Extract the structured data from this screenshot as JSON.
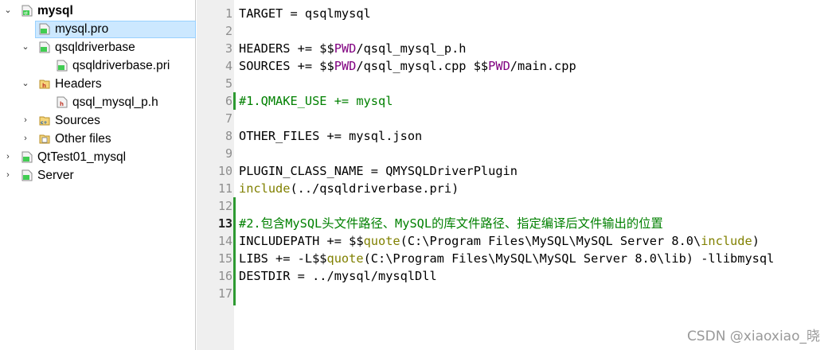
{
  "tree": {
    "items": [
      {
        "label": "mysql"
      },
      {
        "label": "mysql.pro"
      },
      {
        "label": "qsqldriverbase"
      },
      {
        "label": "qsqldriverbase.pri"
      },
      {
        "label": "Headers"
      },
      {
        "label": "qsql_mysql_p.h"
      },
      {
        "label": "Sources"
      },
      {
        "label": "Other files"
      },
      {
        "label": "QtTest01_mysql"
      },
      {
        "label": "Server"
      }
    ]
  },
  "editor": {
    "current_line": "13",
    "lines": [
      {
        "n": "1",
        "segs": [
          [
            "TARGET = qsqlmysql",
            ""
          ]
        ]
      },
      {
        "n": "2",
        "segs": []
      },
      {
        "n": "3",
        "segs": [
          [
            "HEADERS += $$",
            ""
          ],
          [
            "PWD",
            "k"
          ],
          [
            "/qsql_mysql_p.h",
            ""
          ]
        ]
      },
      {
        "n": "4",
        "segs": [
          [
            "SOURCES += $$",
            ""
          ],
          [
            "PWD",
            "k"
          ],
          [
            "/qsql_mysql.cpp $$",
            ""
          ],
          [
            "PWD",
            "k"
          ],
          [
            "/main.cpp",
            ""
          ]
        ]
      },
      {
        "n": "5",
        "segs": []
      },
      {
        "n": "6",
        "segs": [
          [
            "#1.QMAKE_USE += mysql",
            "c"
          ]
        ]
      },
      {
        "n": "7",
        "segs": []
      },
      {
        "n": "8",
        "segs": [
          [
            "OTHER_FILES += mysql.json",
            ""
          ]
        ]
      },
      {
        "n": "9",
        "segs": []
      },
      {
        "n": "10",
        "segs": [
          [
            "PLUGIN_CLASS_NAME = QMYSQLDriverPlugin",
            ""
          ]
        ]
      },
      {
        "n": "11",
        "segs": [
          [
            "include",
            "f"
          ],
          [
            "(../qsqldriverbase.pri)",
            ""
          ]
        ]
      },
      {
        "n": "12",
        "segs": []
      },
      {
        "n": "13",
        "segs": [
          [
            "#2.包含MySQL头文件路径、MySQL的库文件路径、指定编译后文件输出的位置",
            "c"
          ]
        ]
      },
      {
        "n": "14",
        "segs": [
          [
            "INCLUDEPATH += $$",
            ""
          ],
          [
            "quote",
            "f"
          ],
          [
            "(C:\\Program Files\\MySQL\\MySQL Server 8.0\\",
            ""
          ],
          [
            "include",
            "f"
          ],
          [
            ")",
            ""
          ]
        ]
      },
      {
        "n": "15",
        "segs": [
          [
            "LIBS += -L$$",
            ""
          ],
          [
            "quote",
            "f"
          ],
          [
            "(C:\\Program Files\\MySQL\\MySQL Server 8.0\\lib) -llibmysql",
            ""
          ]
        ]
      },
      {
        "n": "16",
        "segs": [
          [
            "DESTDIR = ../mysql/mysqlDll",
            ""
          ]
        ]
      },
      {
        "n": "17",
        "segs": []
      }
    ]
  },
  "watermark": "CSDN @xiaoxiao_晓"
}
